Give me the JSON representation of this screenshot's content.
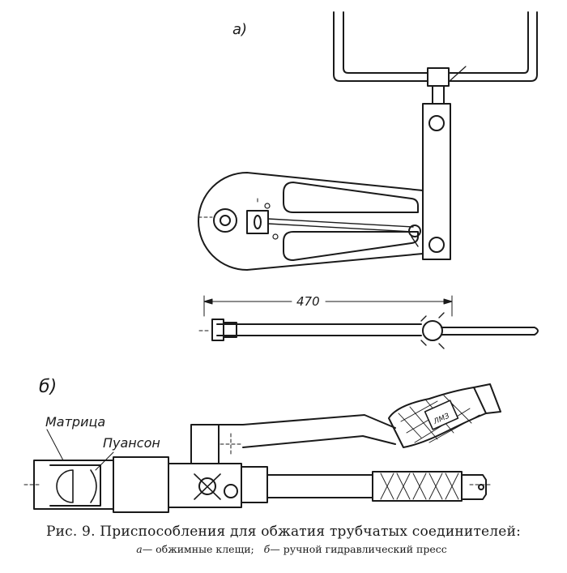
{
  "figure": {
    "label_a": "а)",
    "label_b": "б)",
    "dimension": "470",
    "part_matrix": "Матрица",
    "part_punch": "Пуансон",
    "stamp": "ЛМЗ"
  },
  "caption": {
    "title": "Рис. 9. Приспособления для обжатия трубчатых соединителей:",
    "item_a_letter": "а",
    "item_a_text": "— обжимные клещи;",
    "item_b_letter": "б",
    "item_b_text": "— ручной гидравлический пресс"
  }
}
